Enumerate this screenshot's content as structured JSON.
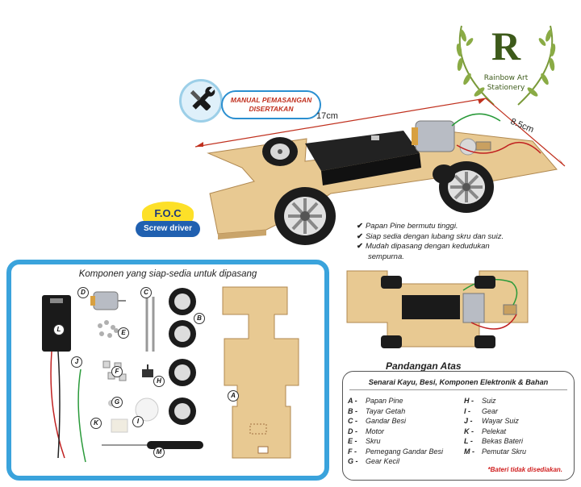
{
  "logo": {
    "letter": "R",
    "line1": "Rainbow Art",
    "line2": "Stationery",
    "color": "#3d5a1a"
  },
  "manual_badge": {
    "line1": "MANUAL PEMASANGAN",
    "line2": "DISERTAKAN",
    "icon": "wrench-screwdriver-icon"
  },
  "dimensions": {
    "length": "17cm",
    "width": "8.5cm"
  },
  "foc": {
    "title": "F.O.C",
    "subtitle": "Screw driver"
  },
  "features": [
    "Papan Pine bermutu tinggi.",
    "Siap sedia dengan lubang skru dan suiz.",
    "Mudah dipasang dengan kedudukan",
    "sempurna."
  ],
  "components": {
    "title": "Komponen yang siap-sedia untuk dipasang",
    "tags": [
      "A",
      "B",
      "C",
      "D",
      "E",
      "F",
      "G",
      "H",
      "I",
      "J",
      "K",
      "L",
      "M"
    ]
  },
  "top_view": {
    "title": "Pandangan Atas"
  },
  "parts_list": {
    "title": "Senarai Kayu, Besi, Komponen Elektronik & Bahan",
    "left": [
      {
        "key": "A -",
        "name": "Papan Pine"
      },
      {
        "key": "B -",
        "name": "Tayar Getah"
      },
      {
        "key": "C -",
        "name": "Gandar Besi"
      },
      {
        "key": "D -",
        "name": "Motor"
      },
      {
        "key": "E -",
        "name": "Skru"
      },
      {
        "key": "F -",
        "name": "Pemegang Gandar Besi"
      },
      {
        "key": "G -",
        "name": "Gear Kecil"
      }
    ],
    "right": [
      {
        "key": "H -",
        "name": "Suiz"
      },
      {
        "key": "I -",
        "name": "Gear"
      },
      {
        "key": "J -",
        "name": "Wayar Suiz"
      },
      {
        "key": "K -",
        "name": "Pelekat"
      },
      {
        "key": "L -",
        "name": "Bekas Bateri"
      },
      {
        "key": "M -",
        "name": "Pemutar Skru"
      }
    ],
    "note": "*Bateri tidak disediakan."
  },
  "colors": {
    "accent_blue": "#3aa3dc",
    "wood": "#e8c992",
    "badge_red": "#c0301e",
    "foc_yellow": "#fde028",
    "foc_blue": "#2060b0"
  }
}
